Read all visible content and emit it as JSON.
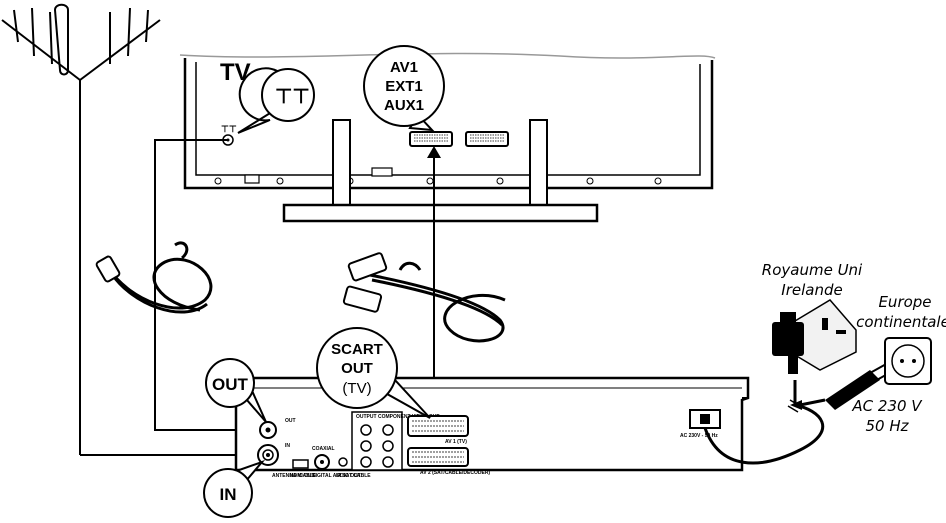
{
  "labels": {
    "tv": "TV",
    "av_line1": "AV1",
    "av_line2": "EXT1",
    "av_line3": "AUX1",
    "antenna_symbol": "⊤⊤",
    "tv_ant_symbol": "⊤⊤",
    "scart_line1": "SCART",
    "scart_line2": "OUT",
    "scart_line3": "(TV)",
    "out": "OUT",
    "in": "IN",
    "uk_line1": "Royaume Uni",
    "uk_line2": "Irelande",
    "eu_line1": "Europe",
    "eu_line2": "continentale",
    "ac_line1": "AC 230 V",
    "ac_line2": "50 Hz"
  },
  "rear_panel": {
    "out_label": "OUT",
    "in_label": "IN",
    "antenna_cable": "ANTENNA /CABLE",
    "hdmi_out": "HDMI OUT",
    "coaxial": "COAXIAL",
    "digital_audio_out": "DIGITAL AUDIO OUT",
    "ir_sat_cable": "IR SAT CABLE",
    "output": "OUTPUT",
    "component_video_out": "COMPONENT VIDEO OUT",
    "av1_tv": "AV 1 (TV)",
    "av2": "AV 2 (SAT/CABLE/DECODER)",
    "mains": "AC 230V - 50 Hz"
  },
  "colors": {
    "stroke": "#000000",
    "fill": "#ffffff",
    "shade": "#d9d9d9"
  }
}
